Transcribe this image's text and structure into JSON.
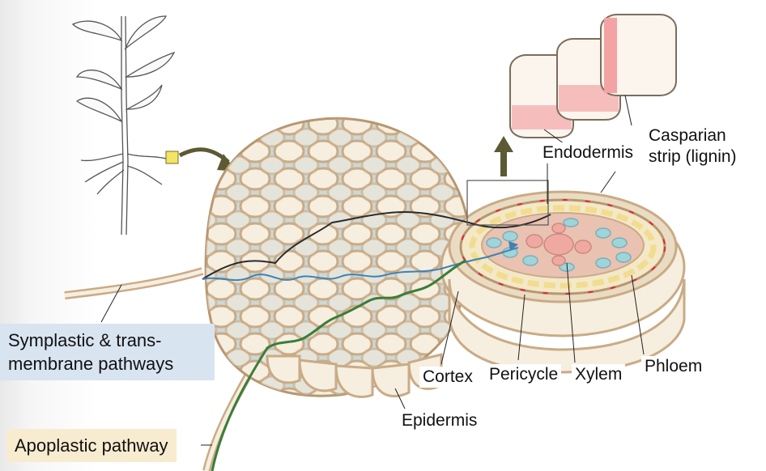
{
  "labels": {
    "endodermis": "Endodermis",
    "casparian": "Casparian strip (lignin)",
    "cortex": "Cortex",
    "pericycle": "Pericycle",
    "xylem": "Xylem",
    "phloem": "Phloem",
    "epidermis": "Epidermis",
    "symplastic": "Symplastic & trans-membrane pathways",
    "apoplastic": "Apoplastic pathway"
  },
  "colors": {
    "cell_wall": "#c9ab86",
    "cell_fill": "#f6eedf",
    "space": "#cdd8d6",
    "casparian": "#e0283a",
    "phloem": "#f2dc8f",
    "xylem": "#9fd4da",
    "xylem_large": "#f0a9a1",
    "symplastic_path": "#3d82b5",
    "transmembrane_path": "#2b2b2b",
    "apoplastic_path": "#3a7d3a",
    "arrow": "#5b5a33",
    "highlight_box": "#f3e463"
  }
}
